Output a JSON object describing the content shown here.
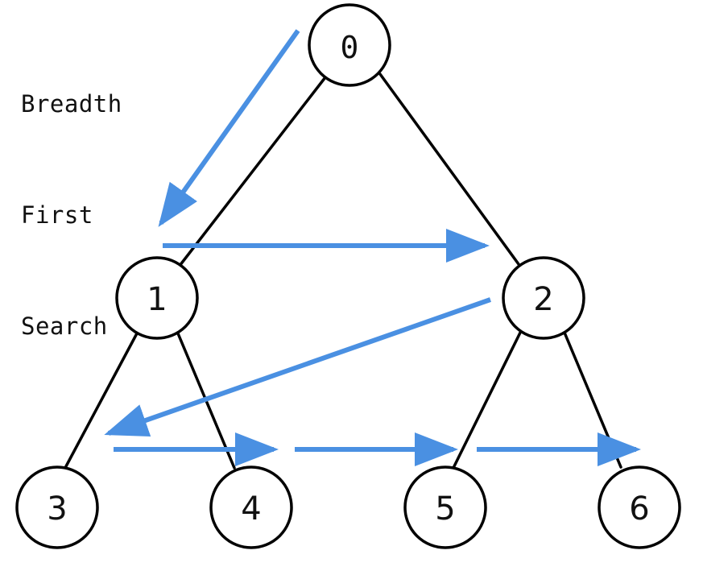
{
  "title": {
    "line1": "Breadth",
    "line2": "First",
    "line3": "Search"
  },
  "colors": {
    "arrow": "#4A90E2",
    "edge": "#000000",
    "node_fill": "#ffffff",
    "node_stroke": "#000000"
  },
  "nodes": [
    {
      "id": "0",
      "label": "0"
    },
    {
      "id": "1",
      "label": "1"
    },
    {
      "id": "2",
      "label": "2"
    },
    {
      "id": "3",
      "label": "3"
    },
    {
      "id": "4",
      "label": "4"
    },
    {
      "id": "5",
      "label": "5"
    },
    {
      "id": "6",
      "label": "6"
    }
  ],
  "edges": [
    {
      "from": "0",
      "to": "1"
    },
    {
      "from": "0",
      "to": "2"
    },
    {
      "from": "1",
      "to": "3"
    },
    {
      "from": "1",
      "to": "4"
    },
    {
      "from": "2",
      "to": "5"
    },
    {
      "from": "2",
      "to": "6"
    }
  ],
  "traversal_order": [
    "0",
    "1",
    "2",
    "3",
    "4",
    "5",
    "6"
  ]
}
